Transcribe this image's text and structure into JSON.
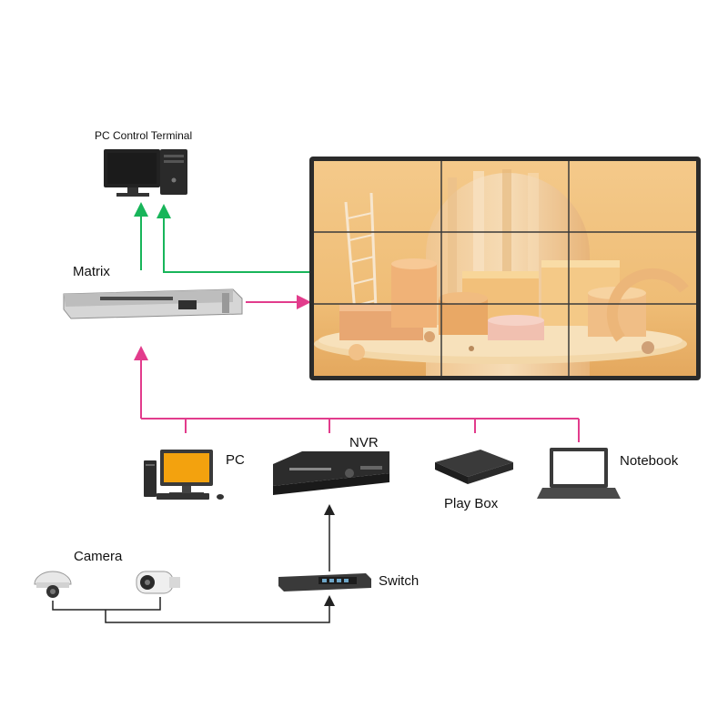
{
  "labels": {
    "pc_control_terminal": "PC Control Terminal",
    "matrix": "Matrix",
    "pc": "PC",
    "nvr": "NVR",
    "play_box": "Play Box",
    "notebook": "Notebook",
    "camera": "Camera",
    "switch": "Switch"
  },
  "colors": {
    "control_link": "#18b55a",
    "signal_link": "#e23c8c",
    "network_link": "#222222",
    "video_wall_bezel": "#2b2b2b",
    "video_wall_background": "#f0c27a"
  },
  "video_wall": {
    "rows": 3,
    "columns": 3
  }
}
